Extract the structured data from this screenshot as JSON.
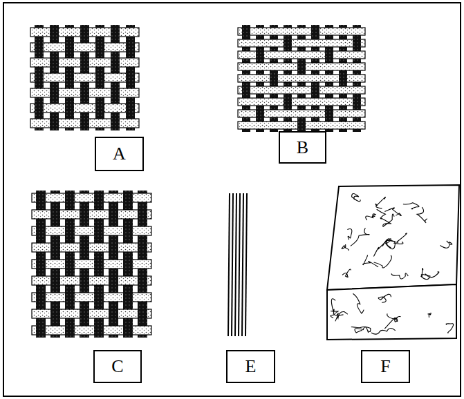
{
  "diagram": {
    "nodes": [
      {
        "text": [
          "A"
        ]
      },
      {
        "text": [
          "B"
        ]
      },
      {
        "text": [
          "C"
        ]
      },
      {
        "text": [
          "E"
        ]
      },
      {
        "text": [
          "F"
        ]
      }
    ]
  }
}
